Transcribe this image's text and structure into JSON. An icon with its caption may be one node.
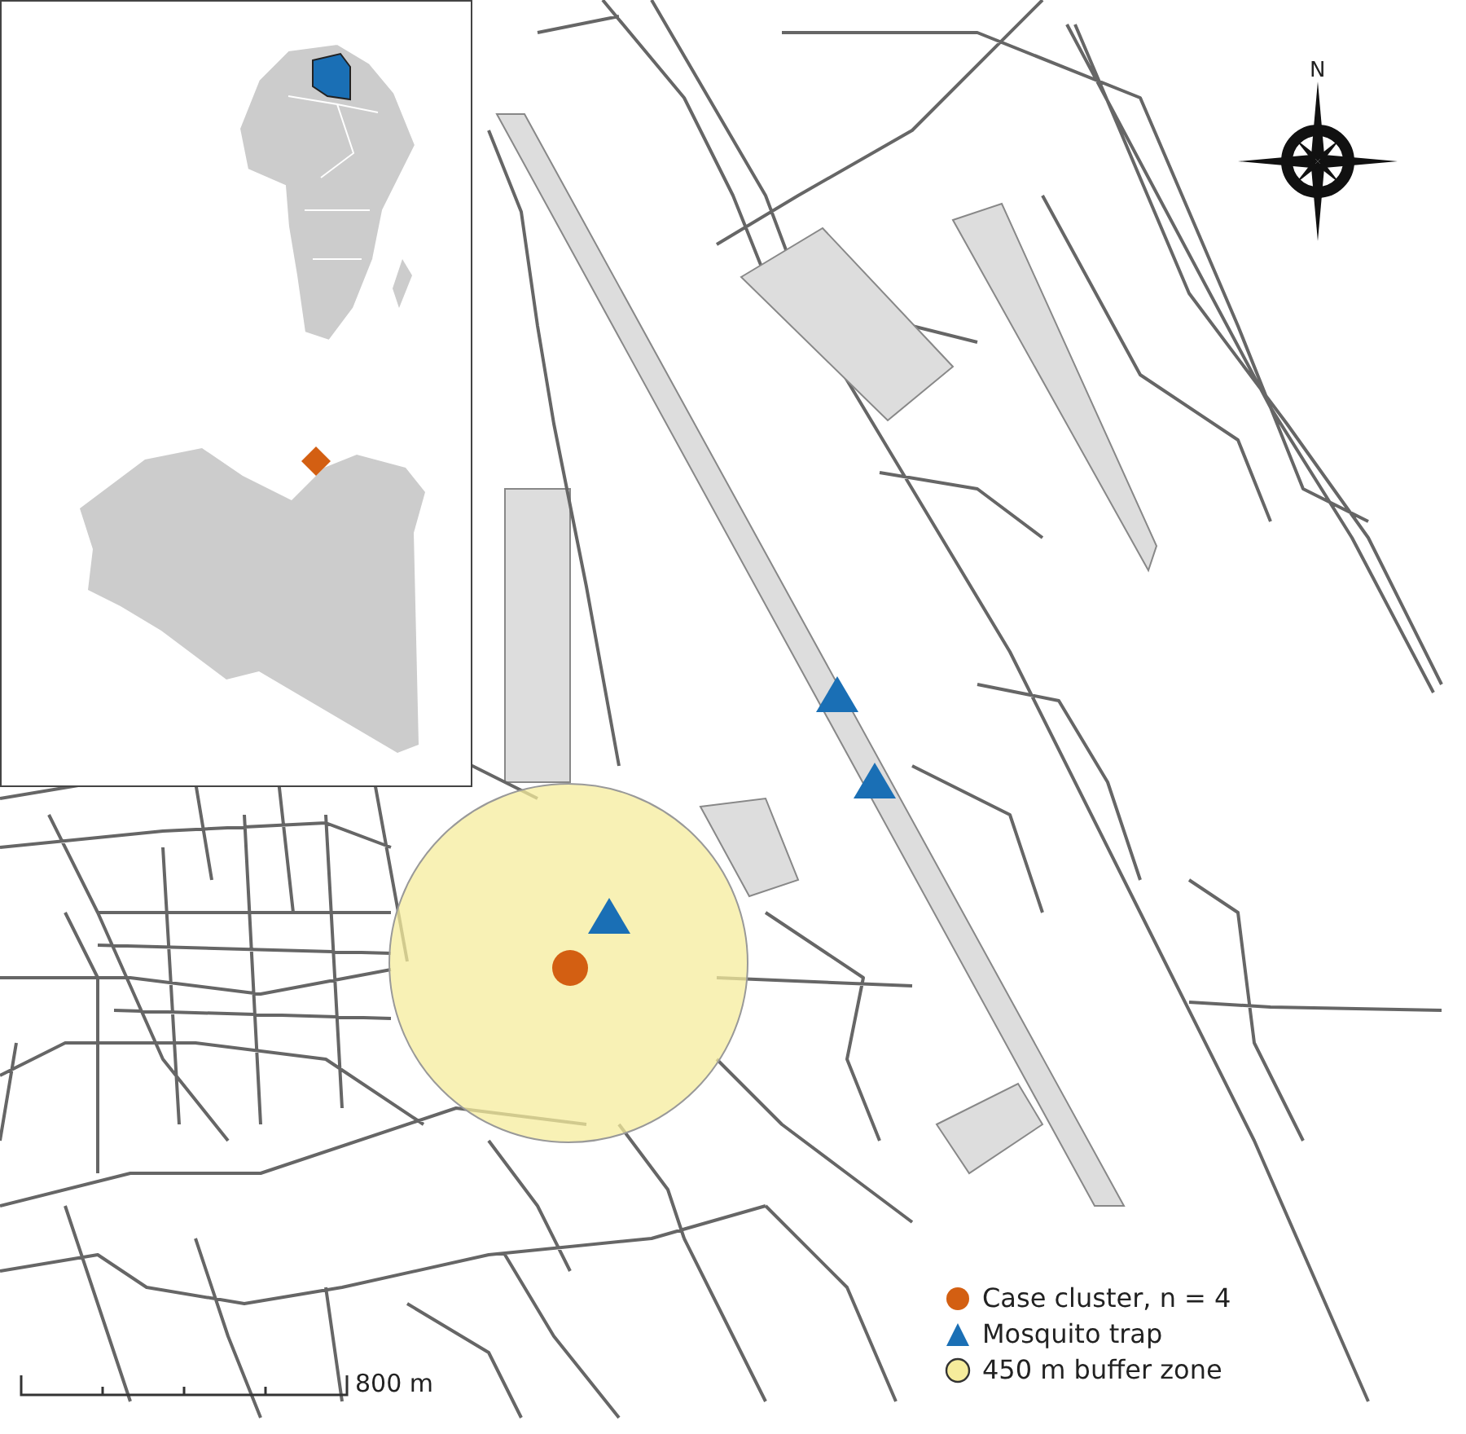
{
  "diagram": {
    "labels": [
      "N",
      "800 m"
    ],
    "legend": [
      {
        "text": "Case cluster, n = 4",
        "color": "#d35f12"
      },
      {
        "text": "Mosquito trap",
        "color": "#1a6fb5"
      },
      {
        "text": "450 m buffer zone",
        "color": "#f6ec9c"
      }
    ]
  }
}
